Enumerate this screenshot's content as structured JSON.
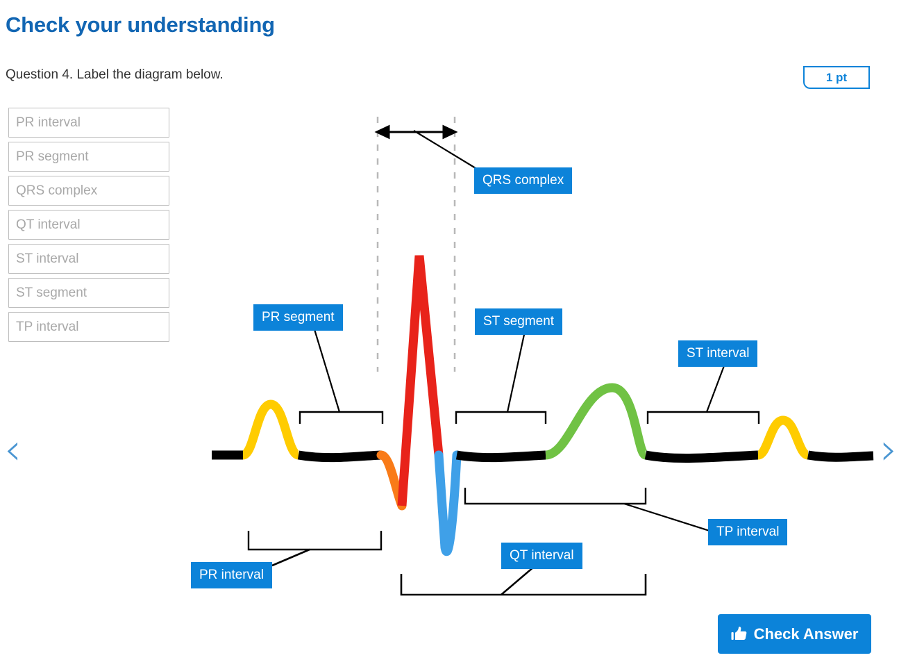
{
  "header": {
    "title": "Check your understanding",
    "question": "Question 4. Label the diagram below.",
    "points_badge": "1 pt"
  },
  "answers": {
    "placeholders": [
      "PR interval",
      "PR segment",
      "QRS complex",
      "QT interval",
      "ST interval",
      "ST segment",
      "TP interval"
    ],
    "values": [
      "",
      "",
      "",
      "",
      "",
      "",
      ""
    ]
  },
  "diagram": {
    "type": "ecg-label-diagram",
    "labels": [
      {
        "id": "qrs-complex",
        "text": "QRS complex"
      },
      {
        "id": "pr-segment",
        "text": "PR segment"
      },
      {
        "id": "st-segment",
        "text": "ST segment"
      },
      {
        "id": "st-interval",
        "text": "ST interval"
      },
      {
        "id": "tp-interval",
        "text": "TP interval"
      },
      {
        "id": "pr-interval",
        "text": "PR interval"
      },
      {
        "id": "qt-interval",
        "text": "QT interval"
      }
    ],
    "wave_colors": {
      "baseline": "#000000",
      "p_wave": "#FFCC00",
      "q_wave": "#F97B18",
      "r_wave": "#E8231A",
      "s_wave": "#3FA0E8",
      "t_wave": "#70C244",
      "dashed_guide": "#b8b8b8"
    }
  },
  "nav": {
    "prev_icon": "chevron-left-icon",
    "next_icon": "chevron-right-icon",
    "prev_glyph": "‹",
    "next_glyph": "›"
  },
  "footer": {
    "check_answer_label": "Check Answer",
    "check_answer_icon": "thumbs-up-icon"
  },
  "colors": {
    "accent_blue": "#0c83d9",
    "title_blue": "#1266b3",
    "chevron_blue": "#4a96d2"
  }
}
